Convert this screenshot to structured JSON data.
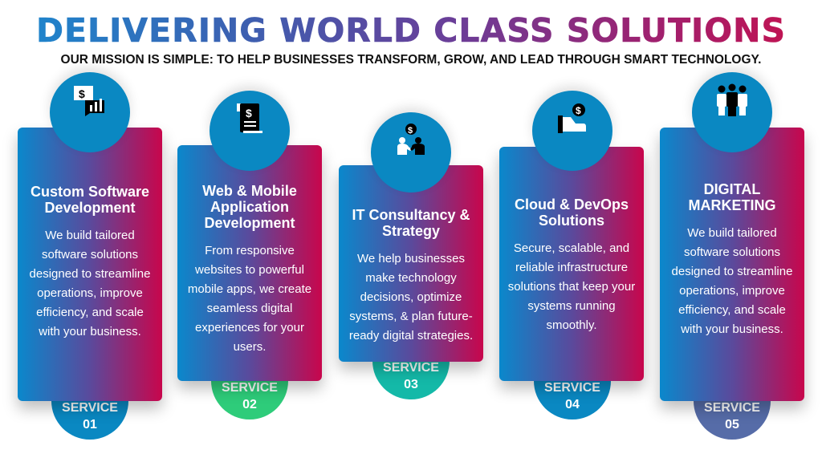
{
  "header": {
    "title": "DELIVERING WORLD CLASS SOLUTIONS",
    "subtitle": "OUR MISSION IS SIMPLE:  TO HELP BUSINESSES TRANSFORM, GROW, AND LEAD THROUGH SMART TECHNOLOGY."
  },
  "colors": {
    "gradient_start": "#0a88cc",
    "gradient_end": "#c8064c",
    "icon_circle": "#0a88c2"
  },
  "services": [
    {
      "title": "Custom Software Development",
      "body": "We build tailored software solutions designed to streamline operations, improve efficiency, and scale with your business.",
      "badge_label": "SERVICE",
      "badge_num": "01",
      "icon": "money-chart-icon",
      "badge_color": "#0a88c2"
    },
    {
      "title": "Web & Mobile Application Development",
      "body": "From responsive websites to powerful mobile apps, we create seamless digital experiences for your users.",
      "badge_label": "SERVICE",
      "badge_num": "02",
      "icon": "invoice-icon",
      "badge_color": "#2ecc7a"
    },
    {
      "title": "IT Consultancy & Strategy",
      "body": "We help businesses make technology decisions, optimize systems, & plan future-ready digital strategies.",
      "badge_label": "SERVICE",
      "badge_num": "03",
      "icon": "handshake-money-icon",
      "badge_color": "#14b9a8"
    },
    {
      "title": "Cloud & DevOps Solutions",
      "body": "Secure, scalable, and reliable infrastructure solutions that keep your systems running smoothly.",
      "badge_label": "SERVICE",
      "badge_num": "04",
      "icon": "hand-coin-icon",
      "badge_color": "#0a88c2"
    },
    {
      "title": "DIGITAL MARKETING",
      "body": "We build tailored software solutions designed to streamline operations, improve efficiency, and scale with your business.",
      "badge_label": "SERVICE",
      "badge_num": "05",
      "icon": "team-icon",
      "badge_color": "#566ca8"
    }
  ]
}
